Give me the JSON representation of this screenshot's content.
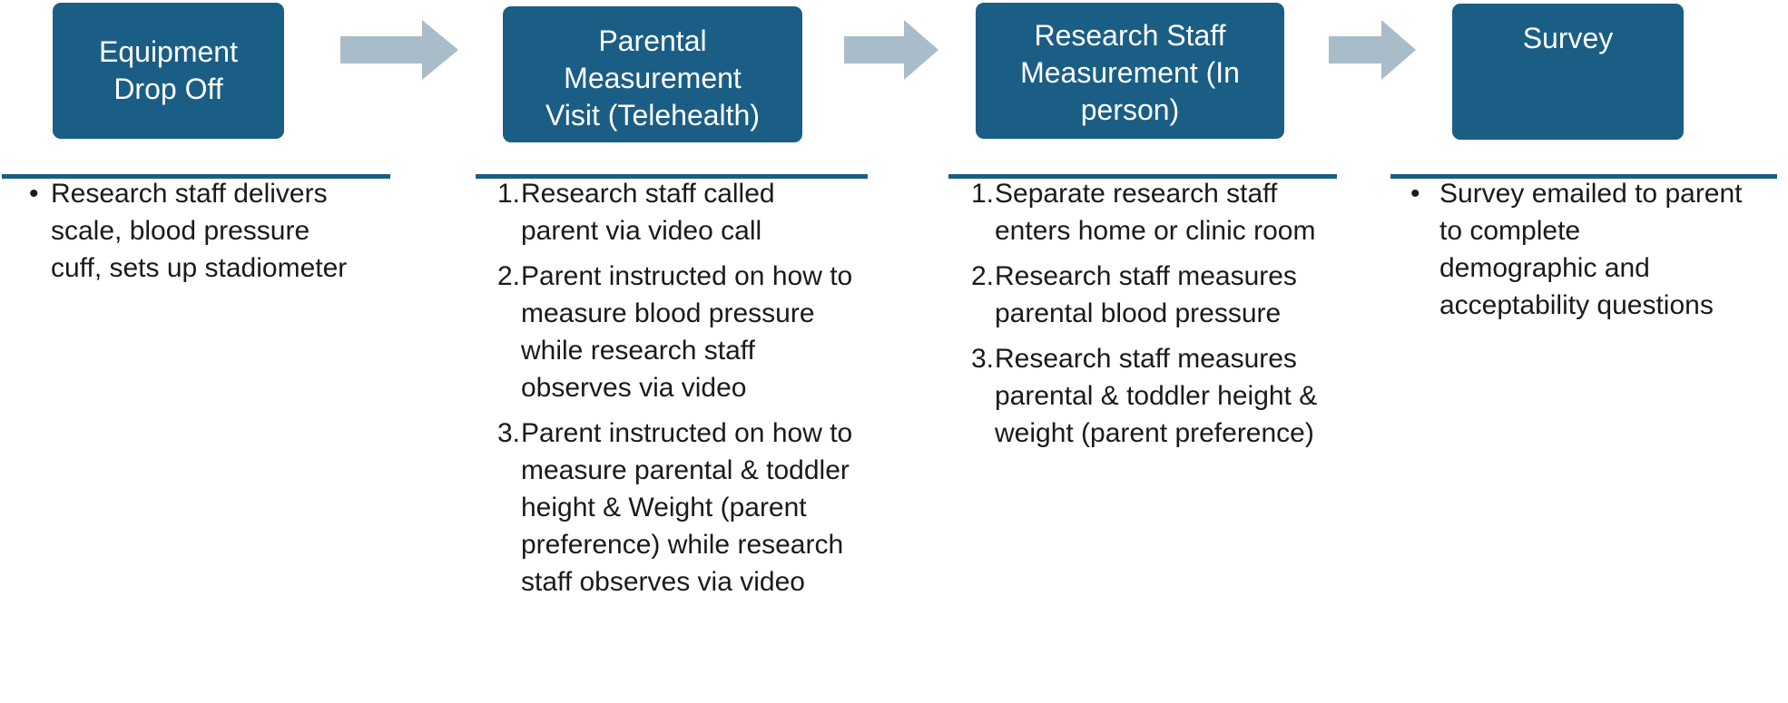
{
  "colors": {
    "box": "#1b5e85",
    "arrow": "#a9bcca",
    "rule": "#1b5e85",
    "text": "#1a1a1a"
  },
  "stages": [
    {
      "title_lines": [
        "Equipment",
        "Drop Off"
      ],
      "marker_style": "bullet",
      "items": [
        {
          "marker": "•",
          "text": "Research staff delivers scale, blood pressure cuff, sets up stadiometer"
        }
      ]
    },
    {
      "title_lines": [
        "Parental",
        "Measurement",
        "Visit (Telehealth)"
      ],
      "marker_style": "numbered",
      "items": [
        {
          "marker": "1.",
          "text": "Research staff called parent via video call"
        },
        {
          "marker": "2.",
          "text": "Parent instructed on how to measure blood pressure while research staff observes via video"
        },
        {
          "marker": "3.",
          "text": "Parent instructed on how to measure parental & toddler height & Weight (parent preference) while research staff observes via video"
        }
      ]
    },
    {
      "title_lines": [
        "Research Staff",
        "Measurement (In",
        "person)"
      ],
      "marker_style": "numbered",
      "items": [
        {
          "marker": "1.",
          "text": "Separate research staff enters home or clinic room"
        },
        {
          "marker": "2.",
          "text": "Research staff measures parental blood pressure"
        },
        {
          "marker": "3.",
          "text": "Research staff measures parental & toddler height & weight (parent preference)"
        }
      ]
    },
    {
      "title_lines": [
        "Survey"
      ],
      "marker_style": "bullet",
      "items": [
        {
          "marker": "•",
          "text": "Survey emailed to parent to complete demographic and acceptability questions"
        }
      ]
    }
  ]
}
